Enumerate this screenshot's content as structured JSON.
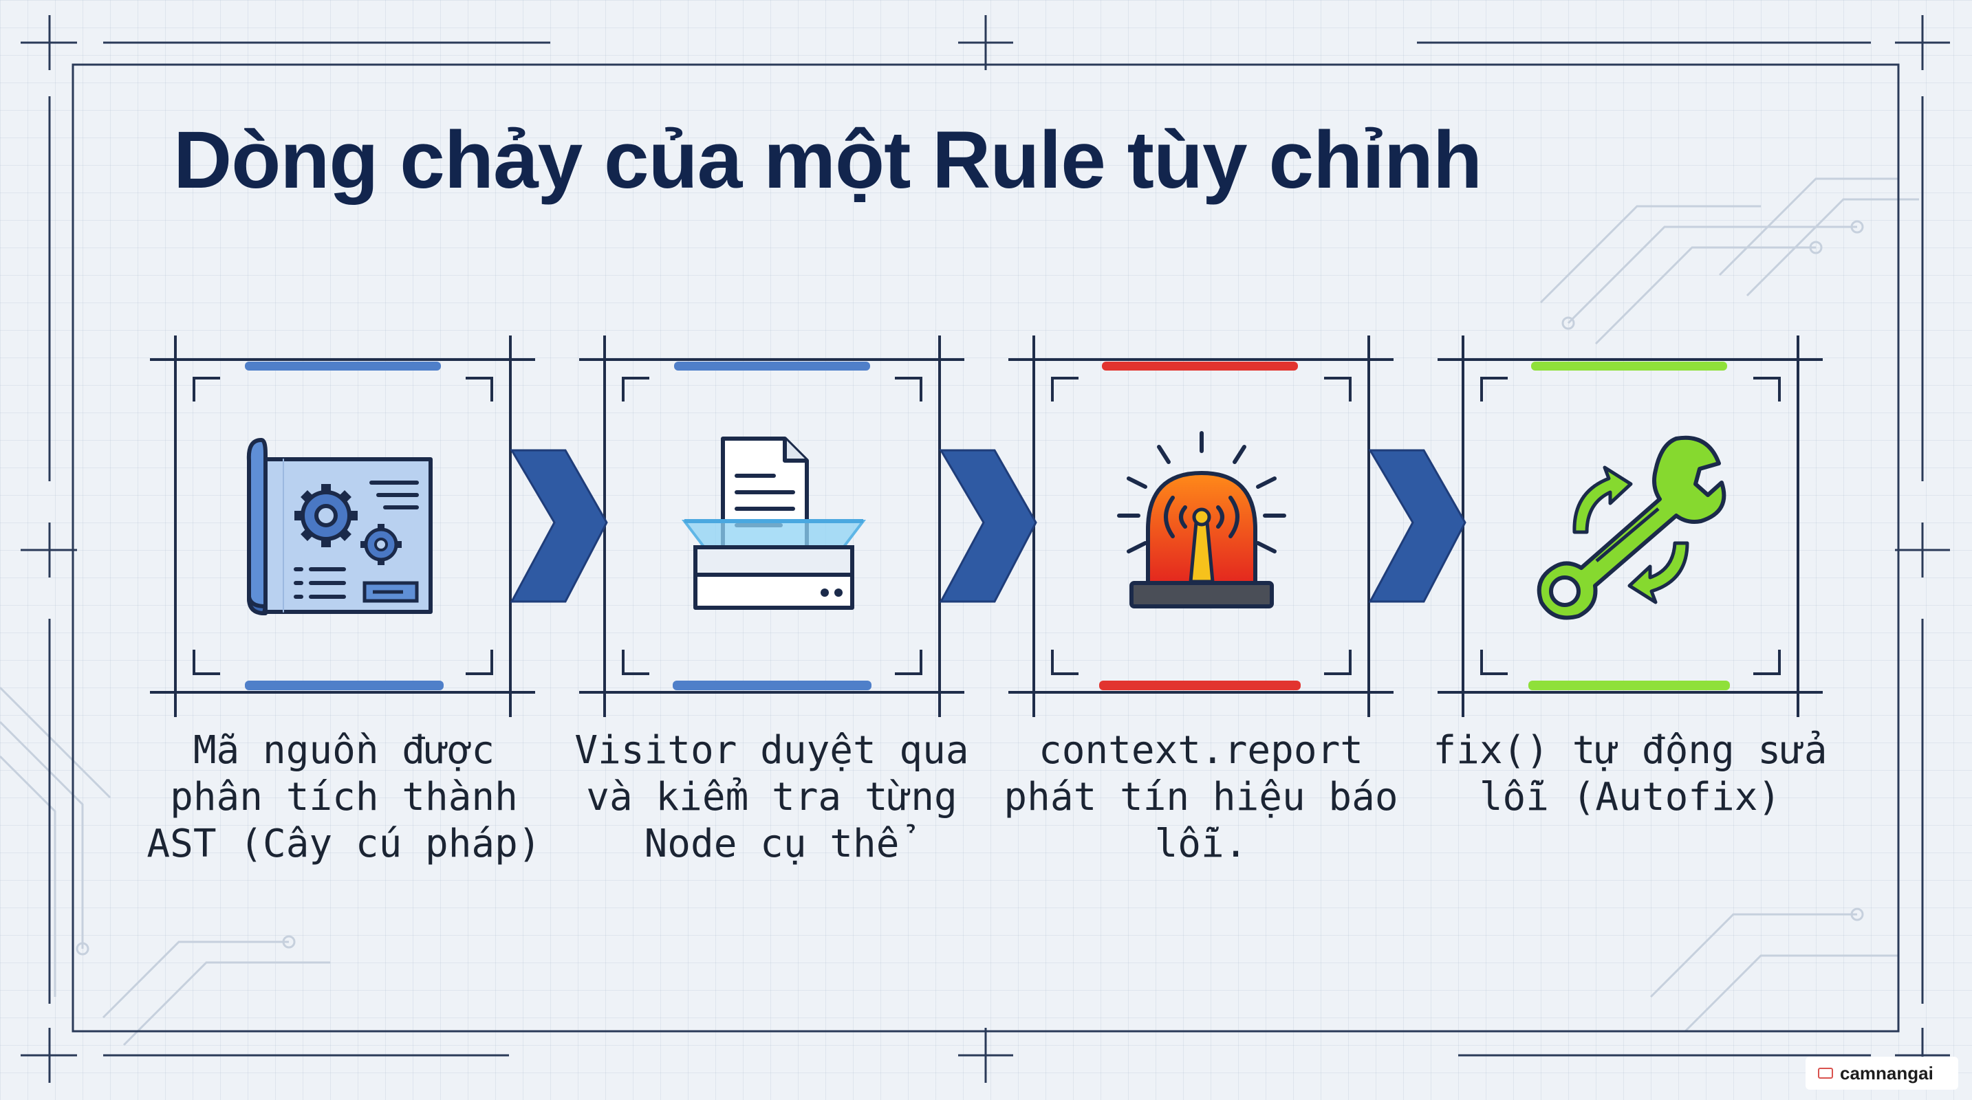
{
  "title": "Dòng chảy của một Rule tùy chỉnh",
  "steps": [
    {
      "icon": "blueprint-gear-icon",
      "accent": "#4f7fc9",
      "label": "Mã nguồn được phân tích thành AST (Cây cú pháp)"
    },
    {
      "icon": "document-scanner-icon",
      "accent": "#4f7fc9",
      "label": "Visitor duyệt qua và kiểm tra từng Node cụ thể"
    },
    {
      "icon": "alarm-siren-icon",
      "accent": "#e2342f",
      "label": "context.report phát tín hiệu báo lỗi."
    },
    {
      "icon": "wrench-autofix-icon",
      "accent": "#8fe03a",
      "label": "fix() tự động sửa lỗi (Autofix)"
    }
  ],
  "colors": {
    "navy": "#12254d",
    "frame": "#1f2d4a",
    "chevron": "#2f5aa3"
  },
  "watermark": "camnangai"
}
